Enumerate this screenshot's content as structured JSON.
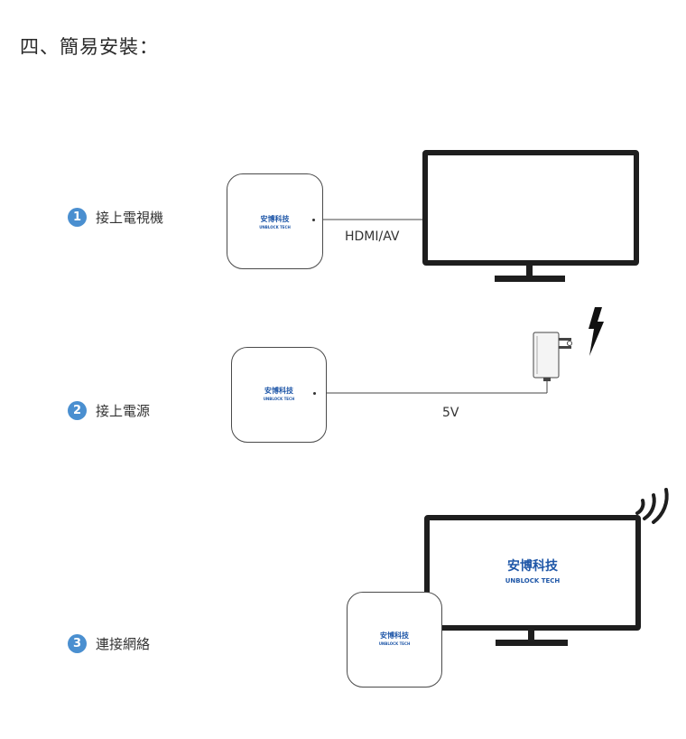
{
  "title": "四、簡易安裝：",
  "steps": [
    {
      "number": "1",
      "label": "接上電視機"
    },
    {
      "number": "2",
      "label": "接上電源"
    },
    {
      "number": "3",
      "label": "連接網絡"
    }
  ],
  "brand": {
    "name": "安博科技",
    "sub": "UNBLOCK TECH"
  },
  "connections": {
    "hdmi": "HDMI/AV",
    "power": "5V"
  },
  "icons": {
    "adapter": "power-adapter-icon",
    "lightning": "lightning-bolt-icon",
    "wifi": "wifi-signal-icon"
  },
  "colors": {
    "accent": "#4a8fd0",
    "brand": "#1f57a8",
    "outline": "#1e1e1e"
  }
}
